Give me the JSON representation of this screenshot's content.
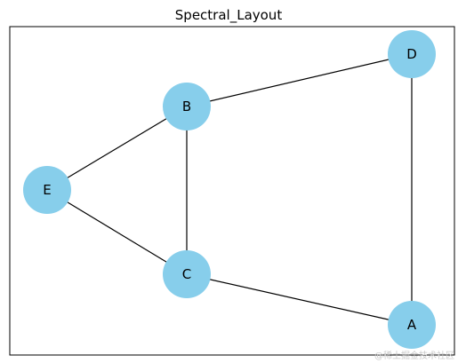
{
  "title": "Spectral_Layout",
  "watermark": "@稀土掘金技术社区",
  "colors": {
    "node_fill": "#87CEEB",
    "edge": "#000000",
    "frame": "#000000",
    "background": "#ffffff"
  },
  "graph": {
    "nodes": [
      {
        "id": "A",
        "label": "A"
      },
      {
        "id": "B",
        "label": "B"
      },
      {
        "id": "C",
        "label": "C"
      },
      {
        "id": "D",
        "label": "D"
      },
      {
        "id": "E",
        "label": "E"
      }
    ],
    "edges": [
      {
        "source": "B",
        "target": "D"
      },
      {
        "source": "B",
        "target": "C"
      },
      {
        "source": "B",
        "target": "E"
      },
      {
        "source": "C",
        "target": "E"
      },
      {
        "source": "C",
        "target": "A"
      },
      {
        "source": "D",
        "target": "A"
      }
    ]
  }
}
